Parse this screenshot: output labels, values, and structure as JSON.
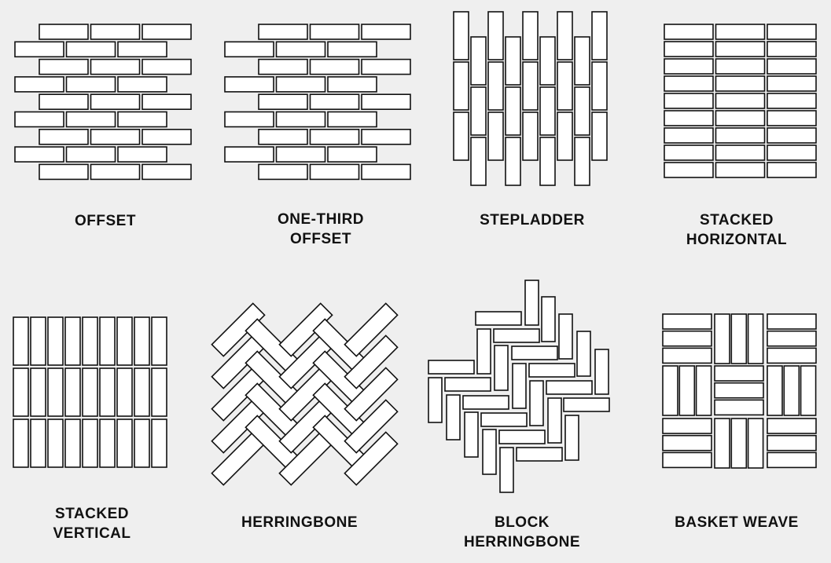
{
  "patterns": [
    {
      "id": "offset",
      "lines": [
        "OFFSET"
      ]
    },
    {
      "id": "one-third-offset",
      "lines": [
        "ONE-THIRD",
        "OFFSET"
      ]
    },
    {
      "id": "stepladder",
      "lines": [
        "STEPLADDER"
      ]
    },
    {
      "id": "stacked-horizontal",
      "lines": [
        "STACKED",
        "HORIZONTAL"
      ]
    },
    {
      "id": "stacked-vertical",
      "lines": [
        "STACKED",
        "VERTICAL"
      ]
    },
    {
      "id": "herringbone",
      "lines": [
        "HERRINGBONE"
      ]
    },
    {
      "id": "block-herringbone",
      "lines": [
        "BLOCK",
        "HERRINGBONE"
      ]
    },
    {
      "id": "basket-weave",
      "lines": [
        "BASKET WEAVE"
      ]
    }
  ],
  "colors": {
    "background": "#efefef",
    "tile_fill": "#ffffff",
    "tile_stroke": "#111111",
    "text": "#111111"
  }
}
